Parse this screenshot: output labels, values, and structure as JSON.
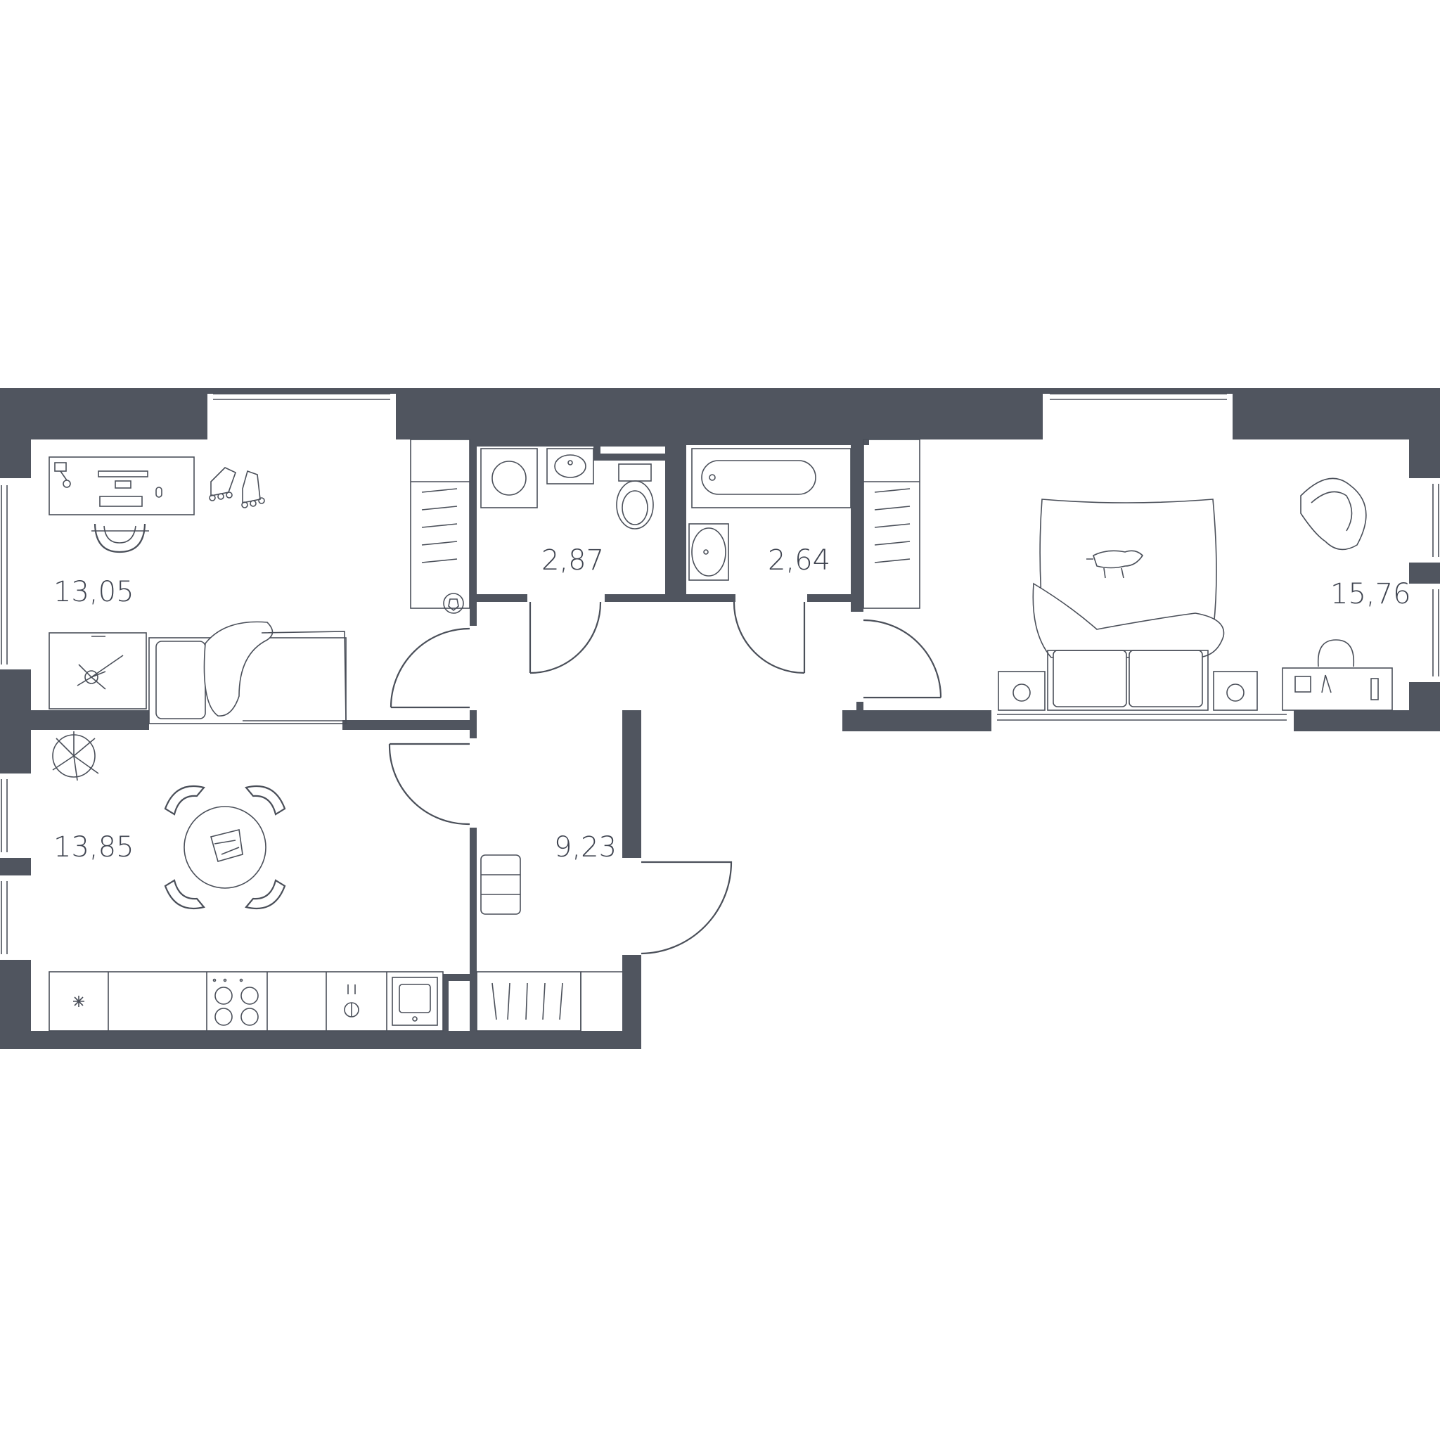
{
  "colors": {
    "wall": "#50555f",
    "line": "#4a4f59",
    "text": "#3f4450",
    "background": "#ffffff"
  },
  "rooms": [
    {
      "id": "bedroom-left",
      "area": "13,05"
    },
    {
      "id": "wc",
      "area": "2,87"
    },
    {
      "id": "bathroom",
      "area": "2,64"
    },
    {
      "id": "bedroom-right",
      "area": "15,76"
    },
    {
      "id": "kitchen-living",
      "area": "13,85"
    },
    {
      "id": "hallway",
      "area": "9,23"
    }
  ],
  "icons": [
    "desk-icon",
    "office-chair-icon",
    "rollerblades-icon",
    "single-bed-icon",
    "nightstand-icon",
    "plant-icon",
    "football-icon",
    "wardrobe-icon",
    "washing-machine-icon",
    "sink-icon",
    "toilet-icon",
    "bathtub-icon",
    "double-bed-icon",
    "cat-icon",
    "armchair-icon",
    "lamp-icon",
    "dining-table-icon",
    "dining-chair-icon",
    "stove-icon",
    "tap-icon",
    "kitchen-sink-icon",
    "pouf-icon",
    "door-icon",
    "window-icon"
  ]
}
